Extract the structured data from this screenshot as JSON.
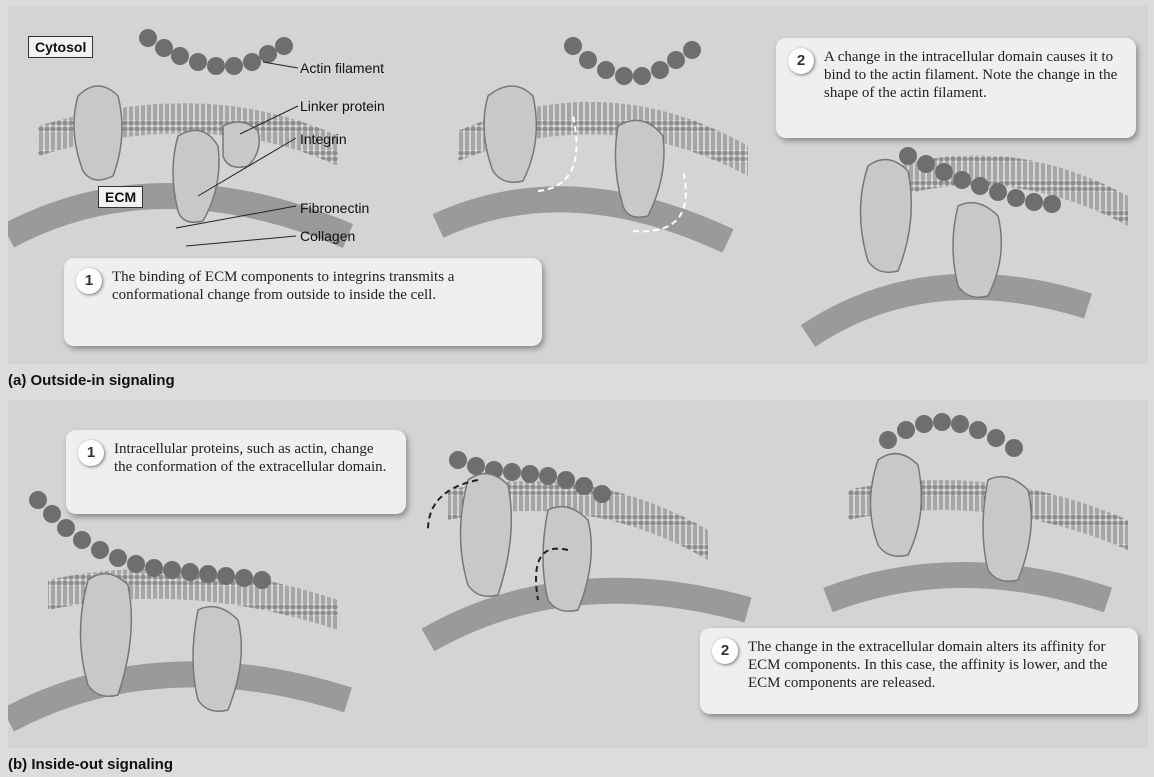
{
  "panel_a": {
    "caption": "(a) Outside-in signaling",
    "cytosol_label": "Cytosol",
    "ecm_label": "ECM",
    "labels": {
      "actin": "Actin filament",
      "linker": "Linker protein",
      "integrin": "Integrin",
      "fibronectin": "Fibronectin",
      "collagen": "Collagen"
    },
    "step1": {
      "number": "1",
      "text": "The binding of ECM components to integrins transmits a conformational change from outside to inside the cell."
    },
    "step2": {
      "number": "2",
      "text": "A change in the intracellular domain causes it to bind to the actin filament. Note the change in the shape of the actin filament."
    }
  },
  "panel_b": {
    "caption": "(b) Inside-out signaling",
    "step1": {
      "number": "1",
      "text": "Intracellular proteins, such as actin, change the conformation of the extracellular domain."
    },
    "step2": {
      "number": "2",
      "text": "The change in the extracellular domain alters its affinity for ECM components. In this case, the affinity is lower, and the ECM components are released."
    }
  },
  "colors": {
    "panel_bg": "#d4d4d4",
    "membrane": "#9a9a9a",
    "bead": "#6e6e6e",
    "protein": "#c8c8c8"
  }
}
